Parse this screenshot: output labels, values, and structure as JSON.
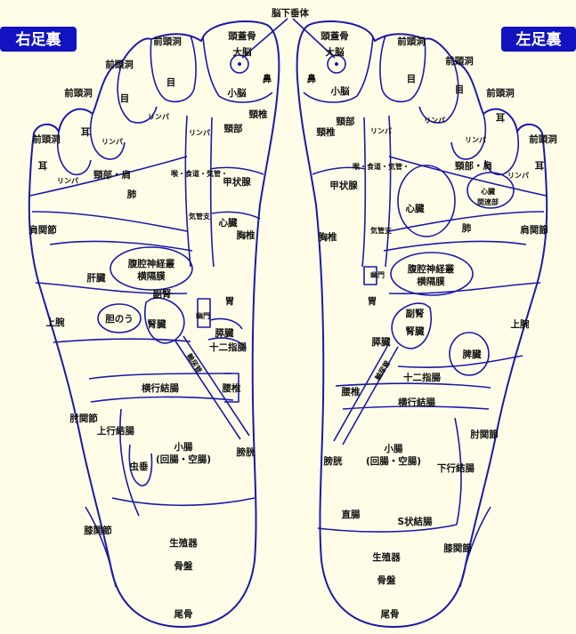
{
  "colors": {
    "background": "#fffde8",
    "line": "#1a1aa8",
    "tab": "#1212c0"
  },
  "header": {
    "right_foot_tab": "右足裏",
    "left_foot_tab": "左足裏",
    "pointer_label": "脳下垂体"
  },
  "right_foot": {
    "labels": {
      "sinus_1": "前頭洞",
      "sinus_2": "前頭洞",
      "sinus_3": "前頭洞",
      "sinus_4": "前頭洞",
      "skull": "頭蓋骨",
      "cerebrum": "大脳",
      "cerebellum": "小脳",
      "nose": "鼻",
      "eye_1": "目",
      "eye_2": "目",
      "ear": "耳",
      "ear_small": "耳",
      "lymph_1": "リンパ",
      "lymph_2": "リンパ",
      "lymph_3": "リンパ",
      "lymph_4": "リンパ",
      "neck_shoulder": "頸部・肩",
      "neck": "頸部",
      "cervical": "頸椎",
      "throat_line1": "喉・食道・気管・",
      "throat_line2": "気管支",
      "thyroid": "甲状腺",
      "heart": "心臓",
      "thoracic": "胸椎",
      "lung": "肺",
      "shoulder_joint": "肩関節",
      "liver": "肝臓",
      "celiac": "腹腔神経叢",
      "diaphragm": "横隔膜",
      "adrenal": "副腎",
      "gallbladder": "胆のう",
      "kidney": "腎臓",
      "pylorus": "幽門",
      "stomach": "胃",
      "pancreas": "膵臓",
      "duodenum": "十二指腸",
      "ureter": "輸尿管",
      "lumbar": "腰椎",
      "upper_arm": "上腕",
      "transverse_colon": "横行結腸",
      "elbow": "肘関節",
      "ascending_colon": "上行結腸",
      "appendix": "虫垂",
      "small_intestine": "小腸",
      "ileum_jejunum": "(回腸・空腸)",
      "bladder": "膀胱",
      "knee": "膝関節",
      "reproductive": "生殖器",
      "pelvis": "骨盤",
      "tailbone": "尾骨"
    }
  },
  "left_foot": {
    "labels": {
      "sinus_1": "前頭洞",
      "sinus_2": "前頭洞",
      "sinus_3": "前頭洞",
      "sinus_4": "前頭洞",
      "skull": "頭蓋骨",
      "cerebrum": "大脳",
      "cerebellum": "小脳",
      "nose": "鼻",
      "eye_1": "目",
      "eye_2": "目",
      "ear": "耳",
      "lymph_1": "リンパ",
      "lymph_2": "リンパ",
      "lymph_3": "リンパ",
      "lymph_4": "リンパ",
      "neck_shoulder": "頸部・肩",
      "neck": "頸部",
      "cervical": "頸椎",
      "throat_line1": "喉・食道・気管・",
      "throat_line2": "気管支",
      "thyroid": "甲状腺",
      "heart": "心臓",
      "heart_small": "心臓",
      "heart_joint": "関連部",
      "thoracic": "胸椎",
      "lung": "肺",
      "shoulder_joint": "肩関節",
      "pylorus": "幽門",
      "celiac": "腹腔神経叢",
      "diaphragm": "横隔膜",
      "stomach": "胃",
      "adrenal": "副腎",
      "kidney": "腎臓",
      "pancreas": "膵臓",
      "spleen": "脾臓",
      "ureter": "輸尿管",
      "duodenum": "十二指腸",
      "lumbar": "腰椎",
      "upper_arm": "上腕",
      "transverse_colon": "横行結腸",
      "elbow": "肘関節",
      "bladder": "膀胱",
      "small_intestine": "小腸",
      "ileum_jejunum": "(回腸・空腸)",
      "descending_colon": "下行結腸",
      "rectum": "直腸",
      "sigmoid": "S状結腸",
      "knee": "膝関節",
      "reproductive": "生殖器",
      "pelvis": "骨盤",
      "tailbone": "尾骨"
    }
  }
}
